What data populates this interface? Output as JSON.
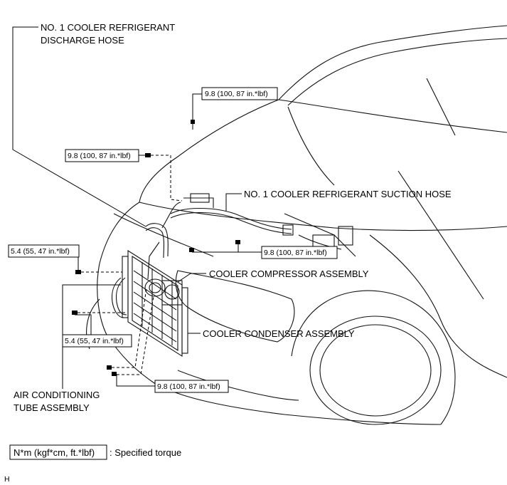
{
  "callouts": {
    "discharge_hose_line1": "NO. 1 COOLER REFRIGERANT",
    "discharge_hose_line2": "DISCHARGE HOSE",
    "suction_hose": "NO. 1 COOLER REFRIGERANT SUCTION HOSE",
    "compressor": "COOLER COMPRESSOR ASSEMBLY",
    "condenser": "COOLER CONDENSER ASSEMBLY",
    "ac_tube_line1": "AIR CONDITIONING",
    "ac_tube_line2": "TUBE ASSEMBLY"
  },
  "torques": {
    "top": "9.8 (100, 87 in.*lbf)",
    "upper_left": "9.8 (100, 87 in.*lbf)",
    "left": "5.4 (55, 47 in.*lbf)",
    "center_right": "9.8 (100, 87 in.*lbf)",
    "lower_left": "5.4 (55, 47 in.*lbf)",
    "bottom": "9.8 (100, 87 in.*lbf)"
  },
  "legend": {
    "unit_box": "N*m (kgf*cm, ft.*lbf)",
    "description": ": Specified torque"
  },
  "figure_code": "H"
}
